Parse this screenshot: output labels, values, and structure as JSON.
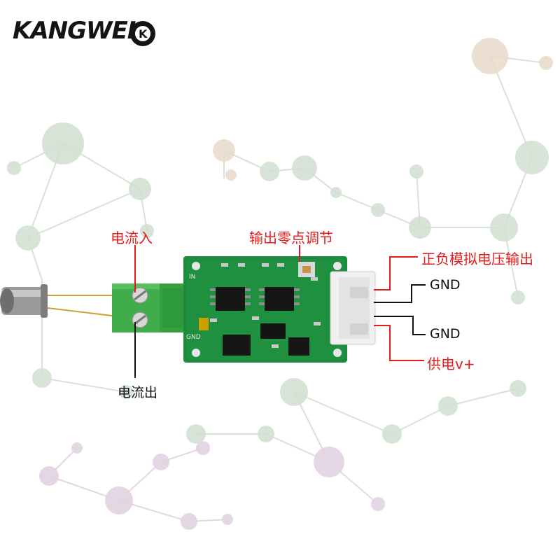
{
  "brand": {
    "logo_text": "KANGWEI",
    "logo_badge": "K"
  },
  "labels": {
    "current_in": "电流入",
    "zero_adjust": "输出零点调节",
    "analog_output": "正负模拟电压输出",
    "gnd_1": "GND",
    "gnd_2": "GND",
    "power_supply": "供电v+",
    "current_out": "电流出"
  },
  "board_silkscreen": {
    "in": "IN",
    "gnd": "GND"
  },
  "colors": {
    "annotation_red": "#e51b1b",
    "board_green": "#1e8a3c",
    "terminal_green": "#3fae4a"
  }
}
